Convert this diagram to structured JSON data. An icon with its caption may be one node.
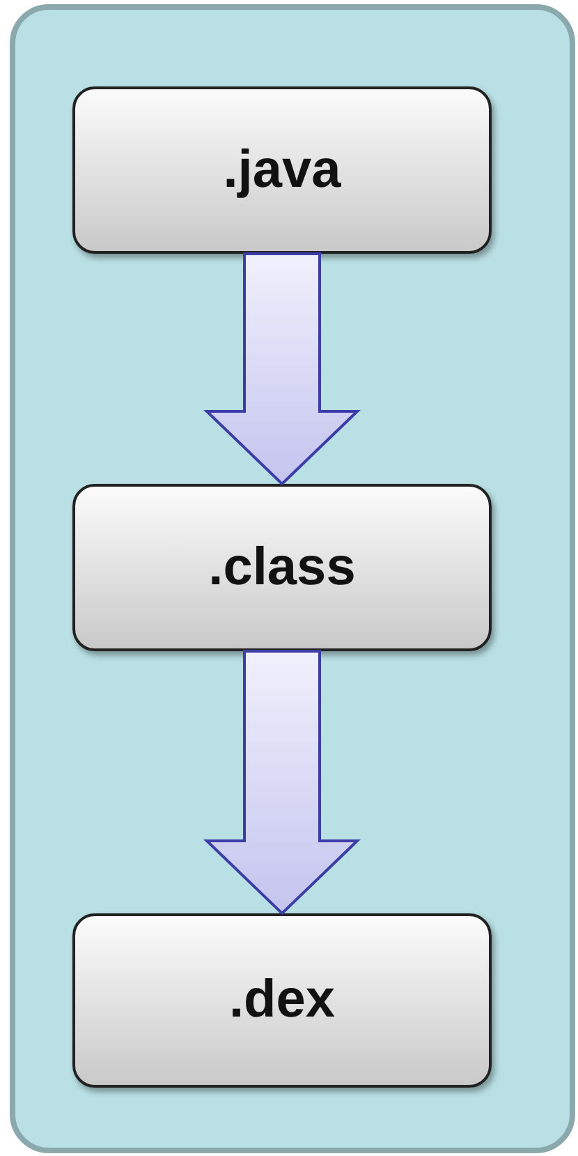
{
  "diagram": {
    "nodes": [
      {
        "text": [],
        "shape": "box"
      },
      {
        "text": [
          ".java"
        ],
        "in": 0
      },
      {
        "text": [
          ".class"
        ],
        "in": 0
      },
      {
        "text": [
          ".dex"
        ],
        "in": 0
      }
    ],
    "edges": [
      {
        "from": 1,
        "to": 2,
        "arrow": "to",
        "style": "thick"
      },
      {
        "from": 2,
        "to": 3,
        "arrow": "to",
        "style": "thick"
      }
    ]
  }
}
